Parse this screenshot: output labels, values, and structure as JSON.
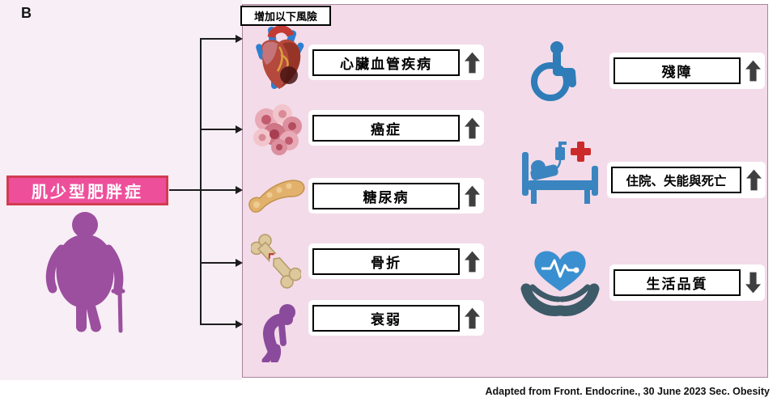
{
  "figure_label": "B",
  "risk_header": "增加以下風險",
  "source": {
    "label": "肌少型肥胖症"
  },
  "risks_left": [
    {
      "label": "心臟血管疾病",
      "direction": "up",
      "icon": "anatomical-heart"
    },
    {
      "label": "癌症",
      "direction": "up",
      "icon": "cancer-cells"
    },
    {
      "label": "糖尿病",
      "direction": "up",
      "icon": "pancreas"
    },
    {
      "label": "骨折",
      "direction": "up",
      "icon": "broken-bone"
    },
    {
      "label": "衰弱",
      "direction": "up",
      "icon": "hunched-person"
    }
  ],
  "risks_right": [
    {
      "label": "殘障",
      "direction": "up",
      "icon": "wheelchair"
    },
    {
      "label": "住院、失能與死亡",
      "direction": "up",
      "icon": "hospital-bed"
    },
    {
      "label": "生活品質",
      "direction": "down",
      "icon": "hands-holding-heart"
    }
  ],
  "attribution": "Adapted from Front. Endocrine., 30 June 2023 Sec. Obesity",
  "colors": {
    "left_background": "#f8eef6",
    "panel_background": "#f3dbe9",
    "panel_border": "#a8849c",
    "source_box_fill": "#ee4f9b",
    "source_box_border": "#d23c50",
    "purple_figure": "#9c4f9e",
    "icon_blue": "#2e7cb8",
    "arrow_gray": "#3f3f3f",
    "connector_black": "#1c1c1c"
  }
}
